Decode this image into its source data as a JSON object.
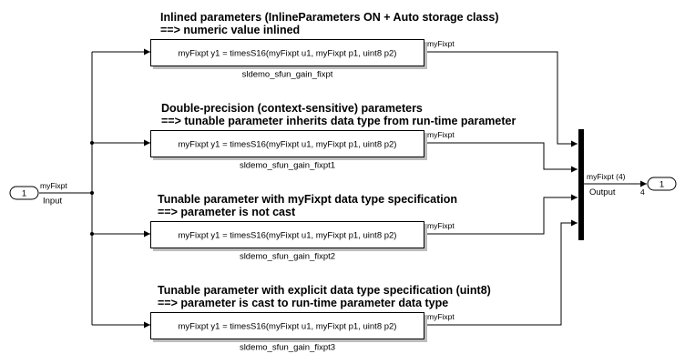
{
  "annotations": [
    {
      "line1": "Inlined parameters (InlineParameters ON + Auto storage class)",
      "line2": "==> numeric value inlined"
    },
    {
      "line1": "Double-precision (context-sensitive) parameters",
      "line2": "==> tunable parameter inherits data type from run-time parameter"
    },
    {
      "line1": "Tunable parameter with myFixpt data type specification",
      "line2": "==> parameter is not cast"
    },
    {
      "line1": "Tunable parameter with explicit data type specification (uint8)",
      "line2": "==> parameter is cast to run-time parameter data type"
    }
  ],
  "blocks": [
    {
      "text": "myFixpt y1 = timesS16(myFixpt u1, myFixpt p1, uint8 p2)",
      "name": "sldemo_sfun_gain_fixpt",
      "out_signal": "myFixpt"
    },
    {
      "text": "myFixpt y1 = timesS16(myFixpt u1, myFixpt p1, uint8 p2)",
      "name": "sldemo_sfun_gain_fixpt1",
      "out_signal": "myFixpt"
    },
    {
      "text": "myFixpt y1 = timesS16(myFixpt u1, myFixpt p1, uint8 p2)",
      "name": "sldemo_sfun_gain_fixpt2",
      "out_signal": "myFixpt"
    },
    {
      "text": "myFixpt y1 = timesS16(myFixpt u1, myFixpt p1, uint8 p2)",
      "name": "sldemo_sfun_gain_fixpt3",
      "out_signal": "myFixpt"
    }
  ],
  "inport": {
    "number": "1",
    "name": "Input",
    "signal": "myFixpt"
  },
  "mux": {
    "name": "Output",
    "signal": "myFixpt (4)",
    "width": "4"
  },
  "outport": {
    "number": "1"
  }
}
